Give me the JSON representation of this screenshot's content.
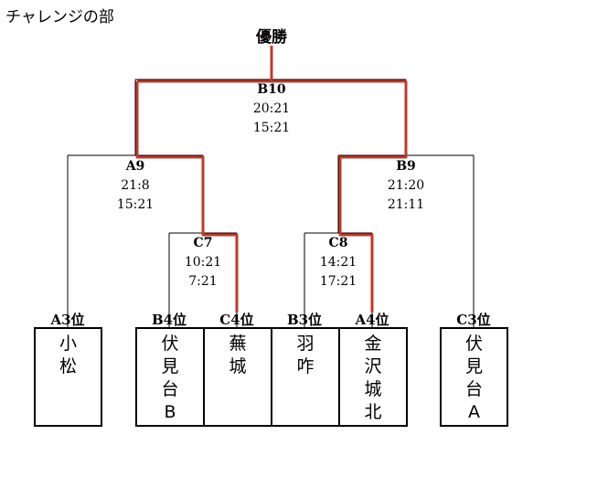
{
  "title": "チャレンジの部",
  "champion_label": "優勝",
  "matches": [
    {
      "id": "B10",
      "score1": "20:21",
      "score2": "15:21"
    },
    {
      "id": "A9",
      "score1": "21:8",
      "score2": "15:21"
    },
    {
      "id": "B9",
      "score1": "21:20",
      "score2": "21:11"
    },
    {
      "id": "C7",
      "score1": "10:21",
      "score2": "7:21"
    },
    {
      "id": "C8",
      "score1": "14:21",
      "score2": "17:21"
    }
  ],
  "teams": [
    {
      "seed": "A3位",
      "name": [
        "小",
        "松"
      ]
    },
    {
      "seed": "B4位",
      "name": [
        "伏",
        "見",
        "台",
        "B"
      ]
    },
    {
      "seed": "C4位",
      "name": [
        "蕪",
        "城"
      ]
    },
    {
      "seed": "B3位",
      "name": [
        "羽",
        "咋"
      ]
    },
    {
      "seed": "A4位",
      "name": [
        "金",
        "沢",
        "城",
        "北"
      ]
    },
    {
      "seed": "C3位",
      "name": [
        "伏",
        "見",
        "台",
        "A"
      ]
    }
  ],
  "colors": {
    "line": "#000000",
    "winner_path": "#c0392b"
  }
}
